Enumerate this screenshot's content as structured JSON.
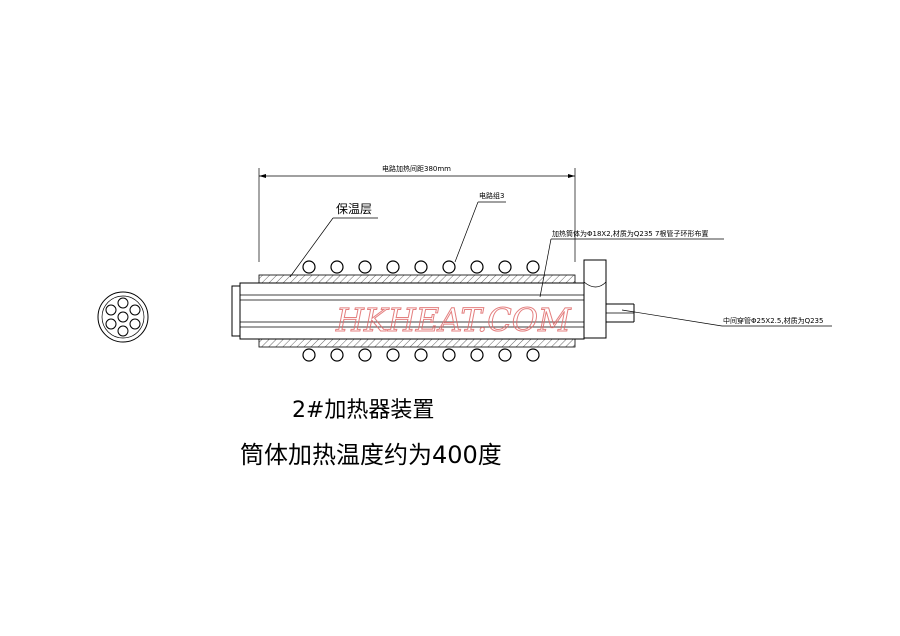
{
  "labels": {
    "dimension": "电路加热间距380mm",
    "insulation": "保温层",
    "coil": "电路组3",
    "heating_tube": "加热筒体为Φ18X2,材质为Q235 7根管子环形布置",
    "middle_tube": "中间穿管Φ25X2.5,材质为Q235"
  },
  "watermark": "HKHEAT.COM",
  "titles": {
    "line1": "2#加热器装置",
    "line2": "筒体加热温度约为400度"
  },
  "colors": {
    "line": "#000000",
    "watermark": "#e06a6a"
  }
}
